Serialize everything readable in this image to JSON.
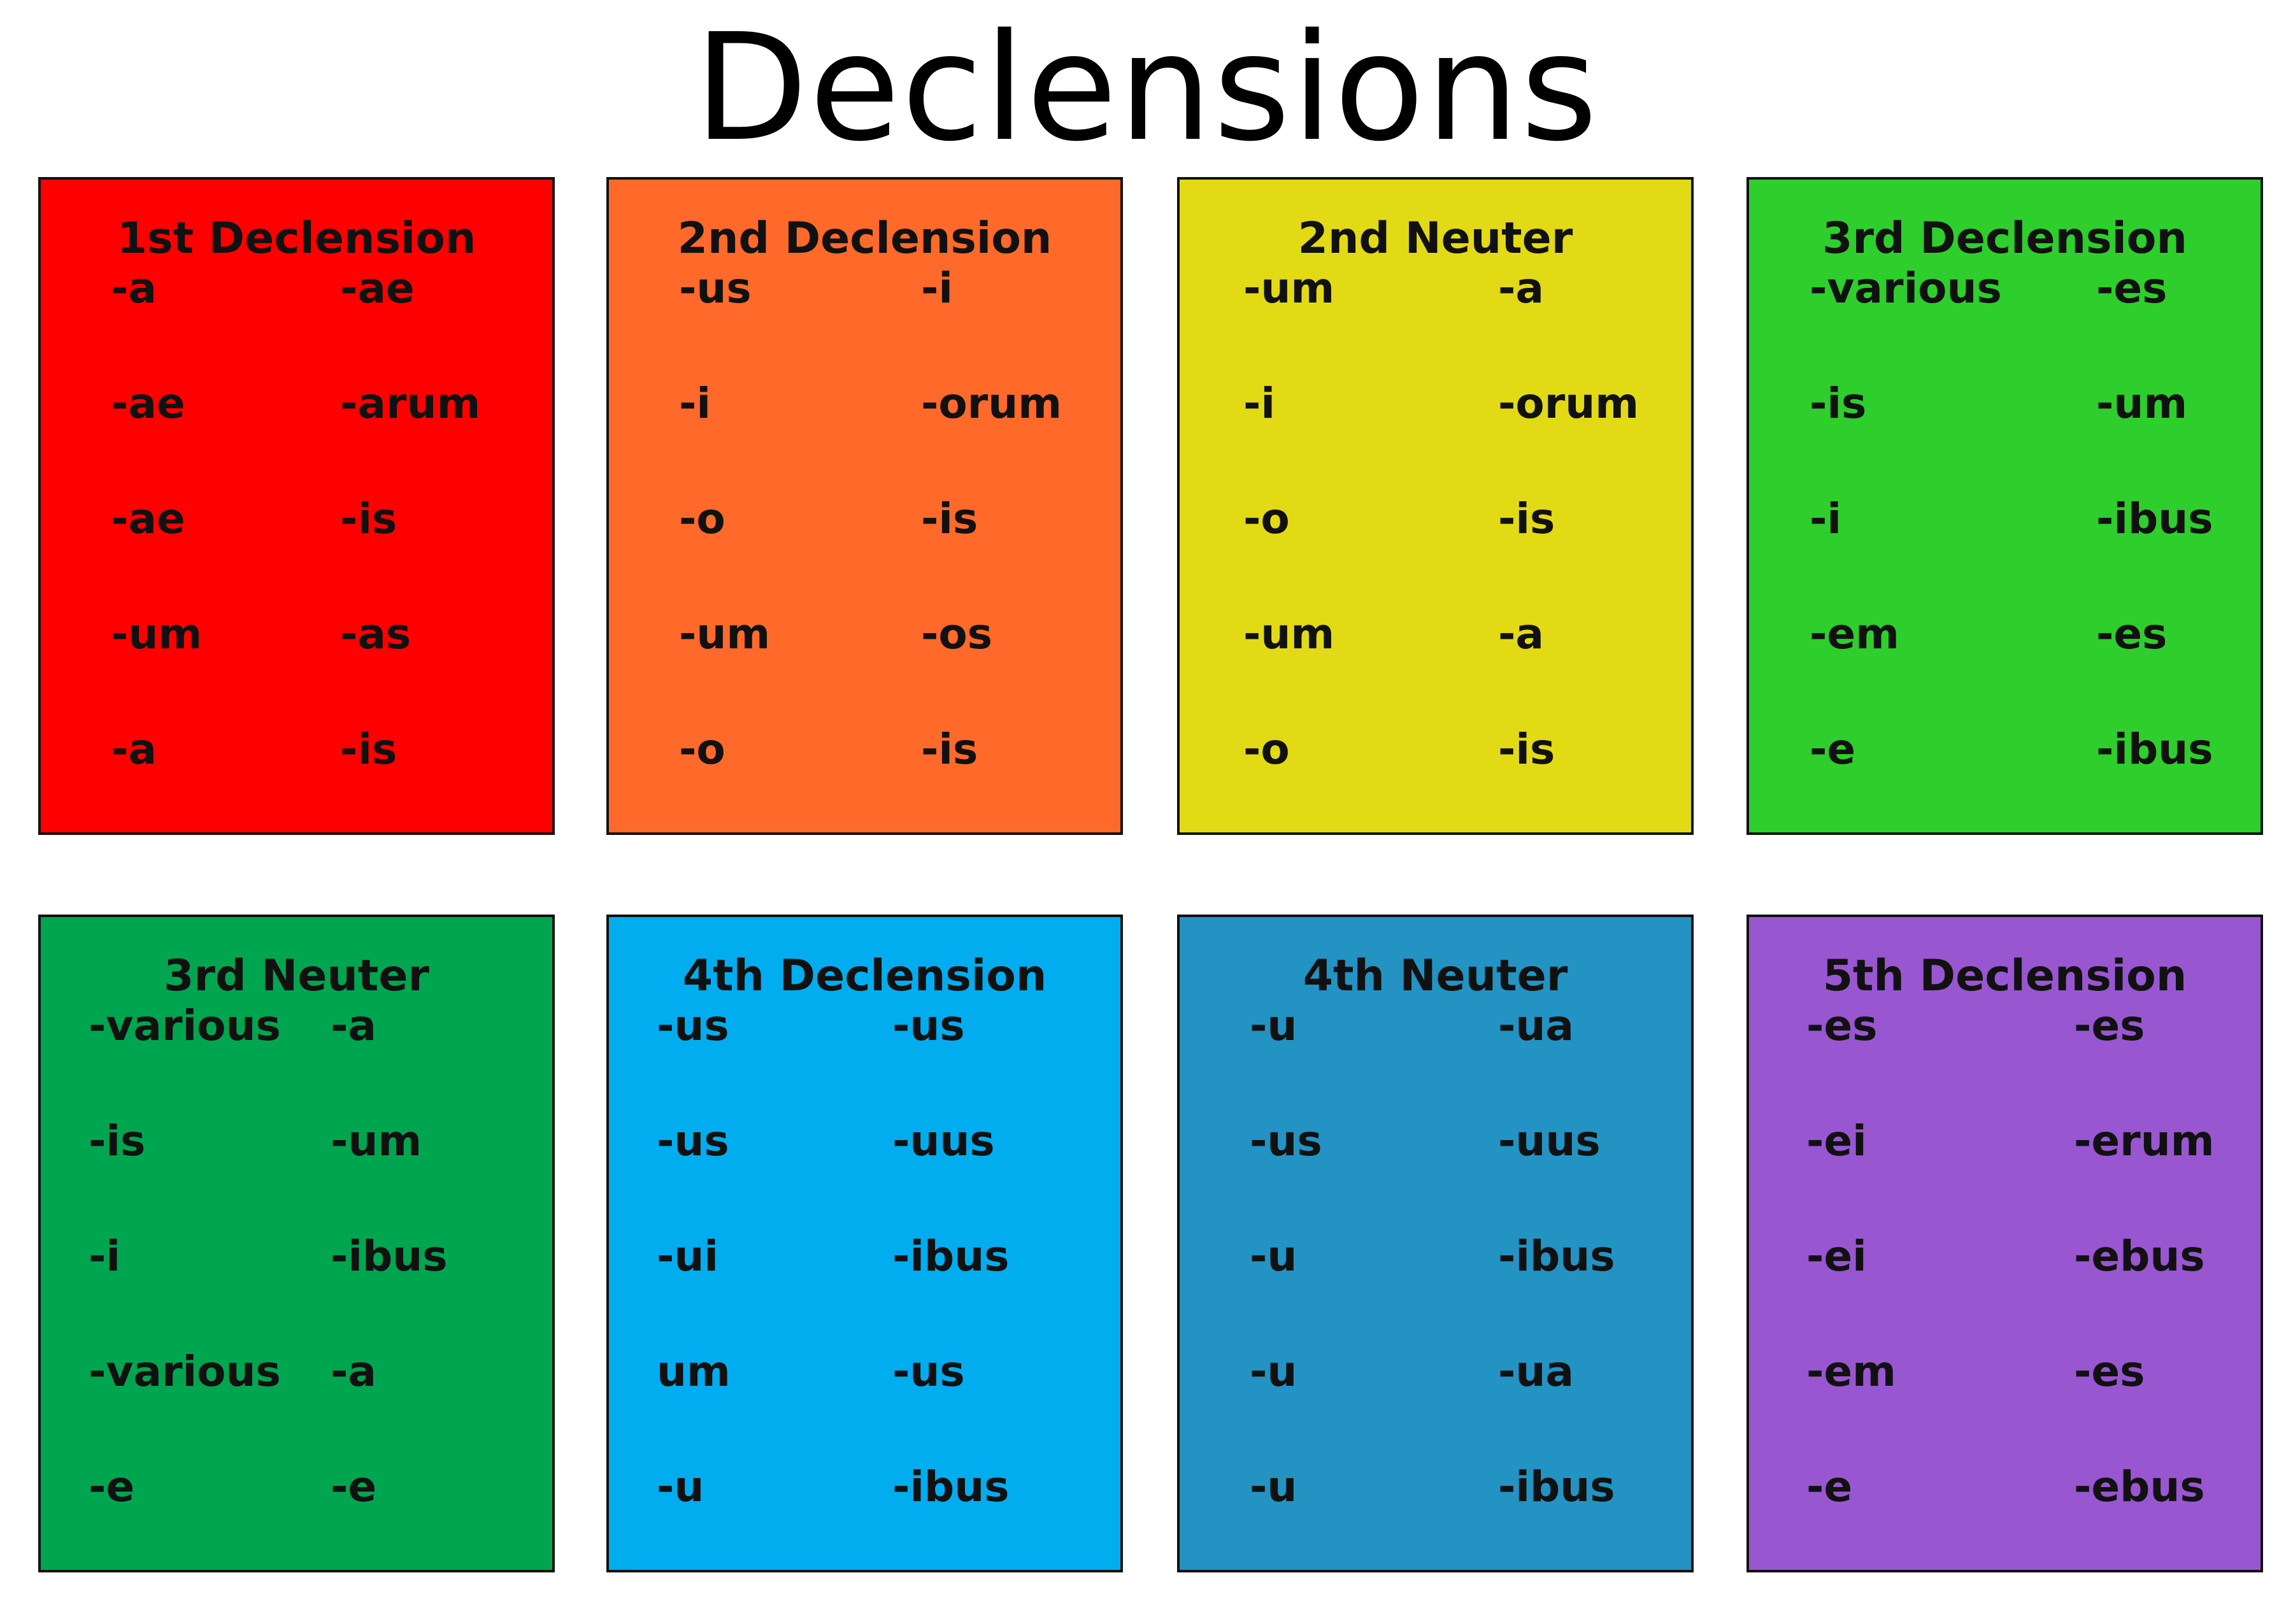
{
  "title": "Declensions",
  "cards": [
    {
      "title": "1st Declension",
      "color": "#ff0000",
      "rows": [
        [
          "-a",
          "-ae"
        ],
        [
          "-ae",
          "-arum"
        ],
        [
          "-ae",
          "-is"
        ],
        [
          "-um",
          "-as"
        ],
        [
          "-a",
          "-is"
        ]
      ]
    },
    {
      "title": "2nd Declension",
      "color": "#ff6a2a",
      "rows": [
        [
          "-us",
          "-i"
        ],
        [
          "-i",
          "-orum"
        ],
        [
          "-o",
          "-is"
        ],
        [
          "-um",
          "-os"
        ],
        [
          "-o",
          "-is"
        ]
      ]
    },
    {
      "title": "2nd Neuter",
      "color": "#e3da16",
      "rows": [
        [
          "-um",
          "-a"
        ],
        [
          "-i",
          "-orum"
        ],
        [
          "-o",
          "-is"
        ],
        [
          "-um",
          "-a"
        ],
        [
          "-o",
          "-is"
        ]
      ]
    },
    {
      "title": "3rd Declension",
      "color": "#2ece2d",
      "rows": [
        [
          "-various",
          "-es"
        ],
        [
          "-is",
          "-um"
        ],
        [
          "-i",
          "-ibus"
        ],
        [
          "-em",
          "-es"
        ],
        [
          "-e",
          "-ibus"
        ]
      ]
    },
    {
      "title": "3rd Neuter",
      "color": "#00a550",
      "rows": [
        [
          "-various",
          "-a"
        ],
        [
          "-is",
          "-um"
        ],
        [
          "-i",
          "-ibus"
        ],
        [
          "-various",
          "-a"
        ],
        [
          "-e",
          "-e"
        ]
      ]
    },
    {
      "title": "4th Declension",
      "color": "#01adee",
      "rows": [
        [
          "-us",
          "-us"
        ],
        [
          "-us",
          "-uus"
        ],
        [
          "-ui",
          "-ibus"
        ],
        [
          "um",
          "-us"
        ],
        [
          "-u",
          "-ibus"
        ]
      ]
    },
    {
      "title": "4th Neuter",
      "color": "#2293c3",
      "rows": [
        [
          "-u",
          "-ua"
        ],
        [
          "-us",
          "-uus"
        ],
        [
          "-u",
          "-ibus"
        ],
        [
          "-u",
          "-ua"
        ],
        [
          "-u",
          "-ibus"
        ]
      ]
    },
    {
      "title": "5th Declension",
      "color": "#9956d1",
      "rows": [
        [
          "-es",
          "-es"
        ],
        [
          "-ei",
          "-erum"
        ],
        [
          "-ei",
          "-ebus"
        ],
        [
          "-em",
          "-es"
        ],
        [
          "-e",
          "-ebus"
        ]
      ]
    }
  ]
}
